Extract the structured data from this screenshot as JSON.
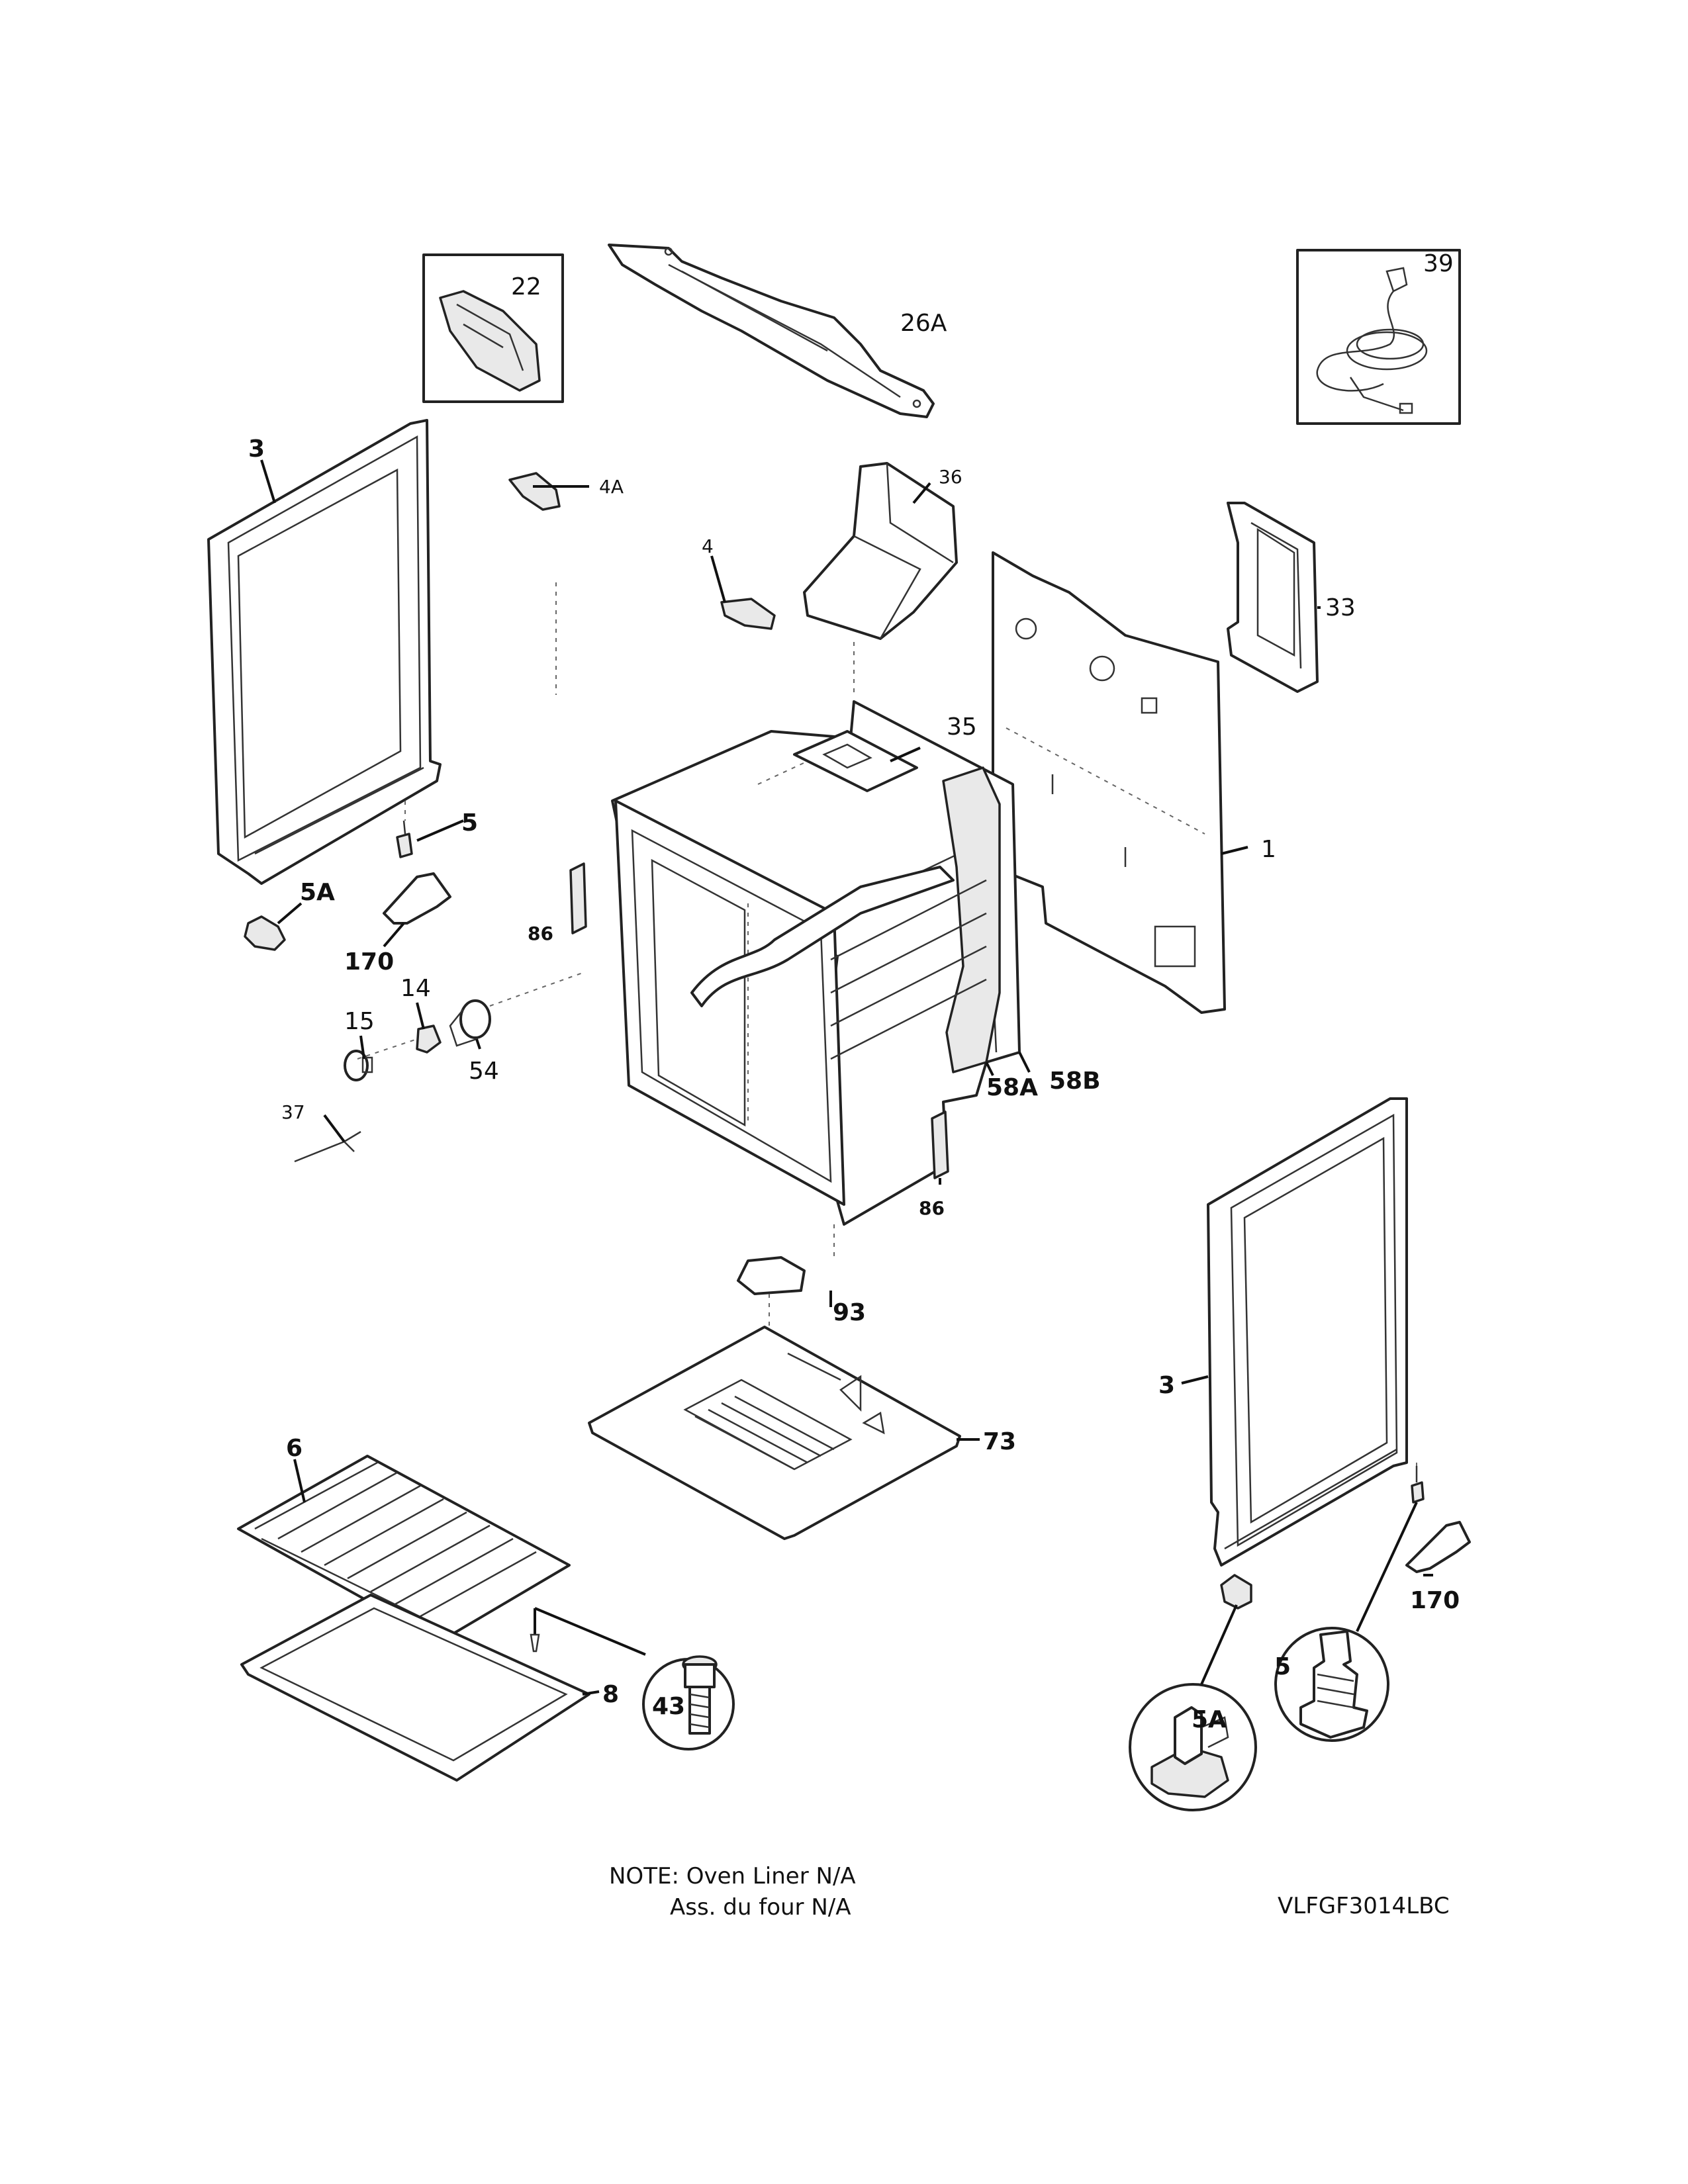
{
  "callouts": [
    {
      "id": "22",
      "text": "22",
      "style": "normal"
    },
    {
      "id": "26A",
      "text": "26A",
      "style": "normal"
    },
    {
      "id": "39",
      "text": "39",
      "style": "normal"
    },
    {
      "id": "3-left",
      "text": "3",
      "style": "bold"
    },
    {
      "id": "4A",
      "text": "4A",
      "style": "small"
    },
    {
      "id": "36",
      "text": "36",
      "style": "small"
    },
    {
      "id": "4",
      "text": "4",
      "style": "small"
    },
    {
      "id": "33",
      "text": "33",
      "style": "normal"
    },
    {
      "id": "35",
      "text": "35",
      "style": "normal"
    },
    {
      "id": "1",
      "text": "1",
      "style": "normal"
    },
    {
      "id": "5-left",
      "text": "5",
      "style": "bold"
    },
    {
      "id": "5A-left",
      "text": "5A",
      "style": "bold"
    },
    {
      "id": "86-left",
      "text": "86",
      "style": "bold-small"
    },
    {
      "id": "170-left",
      "text": "170",
      "style": "bold"
    },
    {
      "id": "14",
      "text": "14",
      "style": "normal"
    },
    {
      "id": "15",
      "text": "15",
      "style": "normal"
    },
    {
      "id": "54",
      "text": "54",
      "style": "normal"
    },
    {
      "id": "37",
      "text": "37",
      "style": "small"
    },
    {
      "id": "58A",
      "text": "58A",
      "style": "bold"
    },
    {
      "id": "58B",
      "text": "58B",
      "style": "bold"
    },
    {
      "id": "86-right",
      "text": "86",
      "style": "bold-small"
    },
    {
      "id": "93",
      "text": "93",
      "style": "bold"
    },
    {
      "id": "3-right",
      "text": "3",
      "style": "bold"
    },
    {
      "id": "73",
      "text": "73",
      "style": "bold"
    },
    {
      "id": "6",
      "text": "6",
      "style": "bold"
    },
    {
      "id": "170-right",
      "text": "170",
      "style": "bold"
    },
    {
      "id": "5-right",
      "text": "5",
      "style": "bold"
    },
    {
      "id": "5A-right",
      "text": "5A",
      "style": "bold"
    },
    {
      "id": "8",
      "text": "8",
      "style": "bold"
    },
    {
      "id": "43",
      "text": "43",
      "style": "bold"
    }
  ],
  "note": {
    "line1": "NOTE: Oven Liner N/A",
    "line2": "Ass. du four N/A"
  },
  "model_number": "VLFGF3014LBC"
}
